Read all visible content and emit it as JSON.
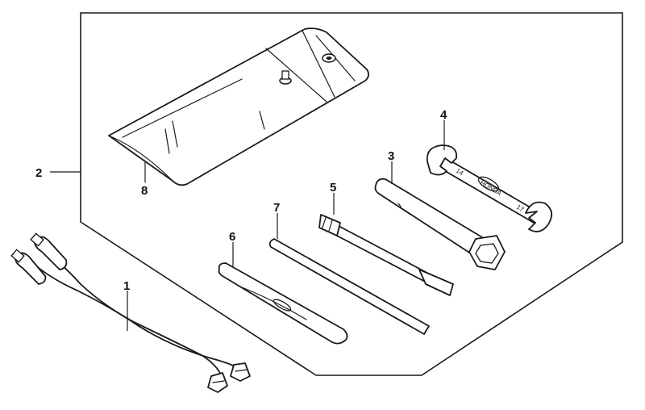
{
  "callouts": {
    "c1": "1",
    "c2": "2",
    "c3": "3",
    "c4": "4",
    "c5": "5",
    "c6": "6",
    "c7": "7",
    "c8": "8"
  },
  "wrench_markings": {
    "size_a": "14",
    "brand": "HONDA",
    "size_b": "17"
  }
}
